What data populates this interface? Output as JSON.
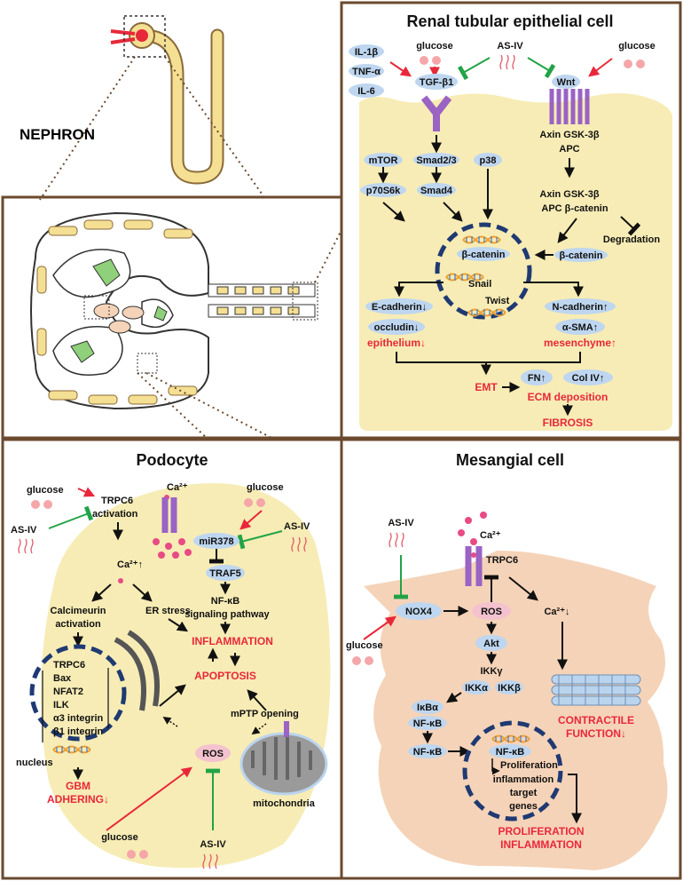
{
  "nephron": {
    "label": "NEPHRON"
  },
  "renal": {
    "title": "Renal tubular epithelial cell",
    "il1b": "IL-1β",
    "tnfa": "TNF-α",
    "il6": "IL-6",
    "glucose_left": "glucose",
    "glucose_right": "glucose",
    "as_iv": "AS-IV",
    "tgfb1": "TGF-β1",
    "wnt": "Wnt",
    "axin_gsk": "Axin  GSK-3β",
    "apc": "APC",
    "axin_gsk2": "Axin  GSK-3β",
    "apc_bcat": "APC  β-catenin",
    "mtor": "mTOR",
    "smad23": "Smad2/3",
    "p38": "p38",
    "p70s6k": "p70S6k",
    "smad4": "Smad4",
    "degradation": "Degradation",
    "bcat_nuc": "β-catenin",
    "bcat_cyto": "β-catenin",
    "snail": "Snail",
    "twist": "Twist",
    "ecad": "E-cadherin↓",
    "occludin": "occludin↓",
    "epithelium": "epithelium↓",
    "ncad": "N-cadherin↑",
    "asma": "α-SMA↑",
    "mesenchyme": "mesenchyme↑",
    "fn": "FN↑",
    "col": "Col IV↑",
    "emt": "EMT",
    "ecm": "ECM deposition",
    "fibrosis": "FIBROSIS"
  },
  "podocyte": {
    "title": "Podocyte",
    "glucose1": "glucose",
    "trpc6_act": "TRPC6",
    "activation": "activation",
    "as_iv1": "AS-IV",
    "ca2_top": "Ca²⁺",
    "glucose2": "glucose",
    "as_iv2": "AS-IV",
    "mir378": "miR378",
    "traf5": "TRAF5",
    "nfkb": "NF-κB",
    "signaling": "signaling pathway",
    "ca_up": "Ca²⁺↑",
    "calcineurin": "Calcimeurin",
    "calc_act": "activation",
    "er_stress": "ER stress",
    "inflammation": "INFLAMMATION",
    "apoptosis": "APOPTOSIS",
    "genes": [
      "TRPC6",
      "Bax",
      "NFAT2",
      "ILK",
      "α3 integrin",
      "β1 integrin"
    ],
    "nucleus": "nucleus",
    "gbm1": "GBM",
    "gbm2": "ADHERING↓",
    "mptp": "mPTP opening",
    "ros": "ROS",
    "mitochondria": "mitochondria",
    "glucose3": "glucose",
    "as_iv3": "AS-IV"
  },
  "mesangial": {
    "title": "Mesangial cell",
    "as_iv": "AS-IV",
    "ca2": "Ca²⁺",
    "trpc6": "TRPC6",
    "nox4": "NOX4",
    "ros": "ROS",
    "ca_down": "Ca²⁺↓",
    "glucose": "glucose",
    "akt": "Akt",
    "ikkg": "IKKγ",
    "ikka": "IKKα",
    "ikkb": "IKKβ",
    "ikba": "IκBα",
    "nfkb1": "NF-κB",
    "nfkb2": "NF-κB",
    "nfkb_nuc": "NF-κB",
    "contractile1": "CONTRACTILE",
    "contractile2": "FUNCTION↓",
    "prolif1": "Proliferation",
    "prolif2": "inflammation",
    "prolif3": "target",
    "prolif4": "genes",
    "outcome1": "PROLIFERATION",
    "outcome2": "INFLAMMATION"
  },
  "colors": {
    "cell": "#f7ecb5",
    "mesangial": "#f5d3b8",
    "node": "#bed6ef",
    "red": "#e8283a",
    "green": "#22a347",
    "purple": "#9a63c4",
    "nucleus": "#1f3a73"
  }
}
